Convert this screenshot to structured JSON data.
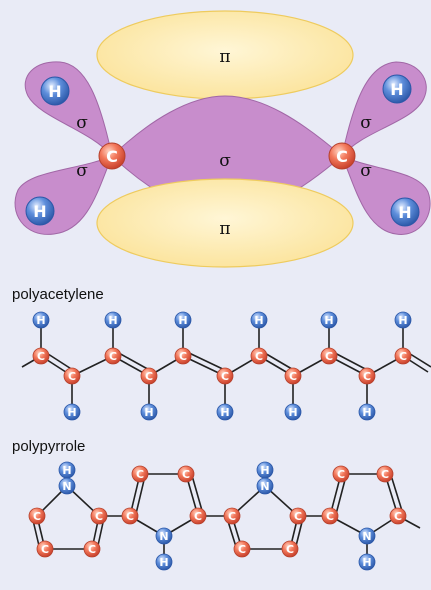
{
  "orbital_diagram": {
    "pi_upper": "π",
    "pi_lower": "π",
    "sigma_center": "σ",
    "sigma_left_upper": "σ",
    "sigma_left_lower": "σ",
    "sigma_right_upper": "σ",
    "sigma_right_lower": "σ",
    "carbon": "C",
    "hydrogen": "H"
  },
  "polyacetylene": {
    "label": "polyacetylene"
  },
  "polypyrrole": {
    "label": "polypyrrole"
  },
  "atoms": {
    "carbon": "C",
    "hydrogen": "H",
    "nitrogen": "N"
  },
  "colors": {
    "background": "#e9ebf6",
    "sigma_lobe": "#c88dcc",
    "sigma_lobe_edge": "#a167a6",
    "pi_lobe": "#fbe6a4",
    "pi_lobe_edge": "#eecb5e",
    "carbon": "#ef6a4f",
    "hydrogen": "#5a86d4",
    "nitrogen": "#5a86d4",
    "bond": "#222222"
  }
}
